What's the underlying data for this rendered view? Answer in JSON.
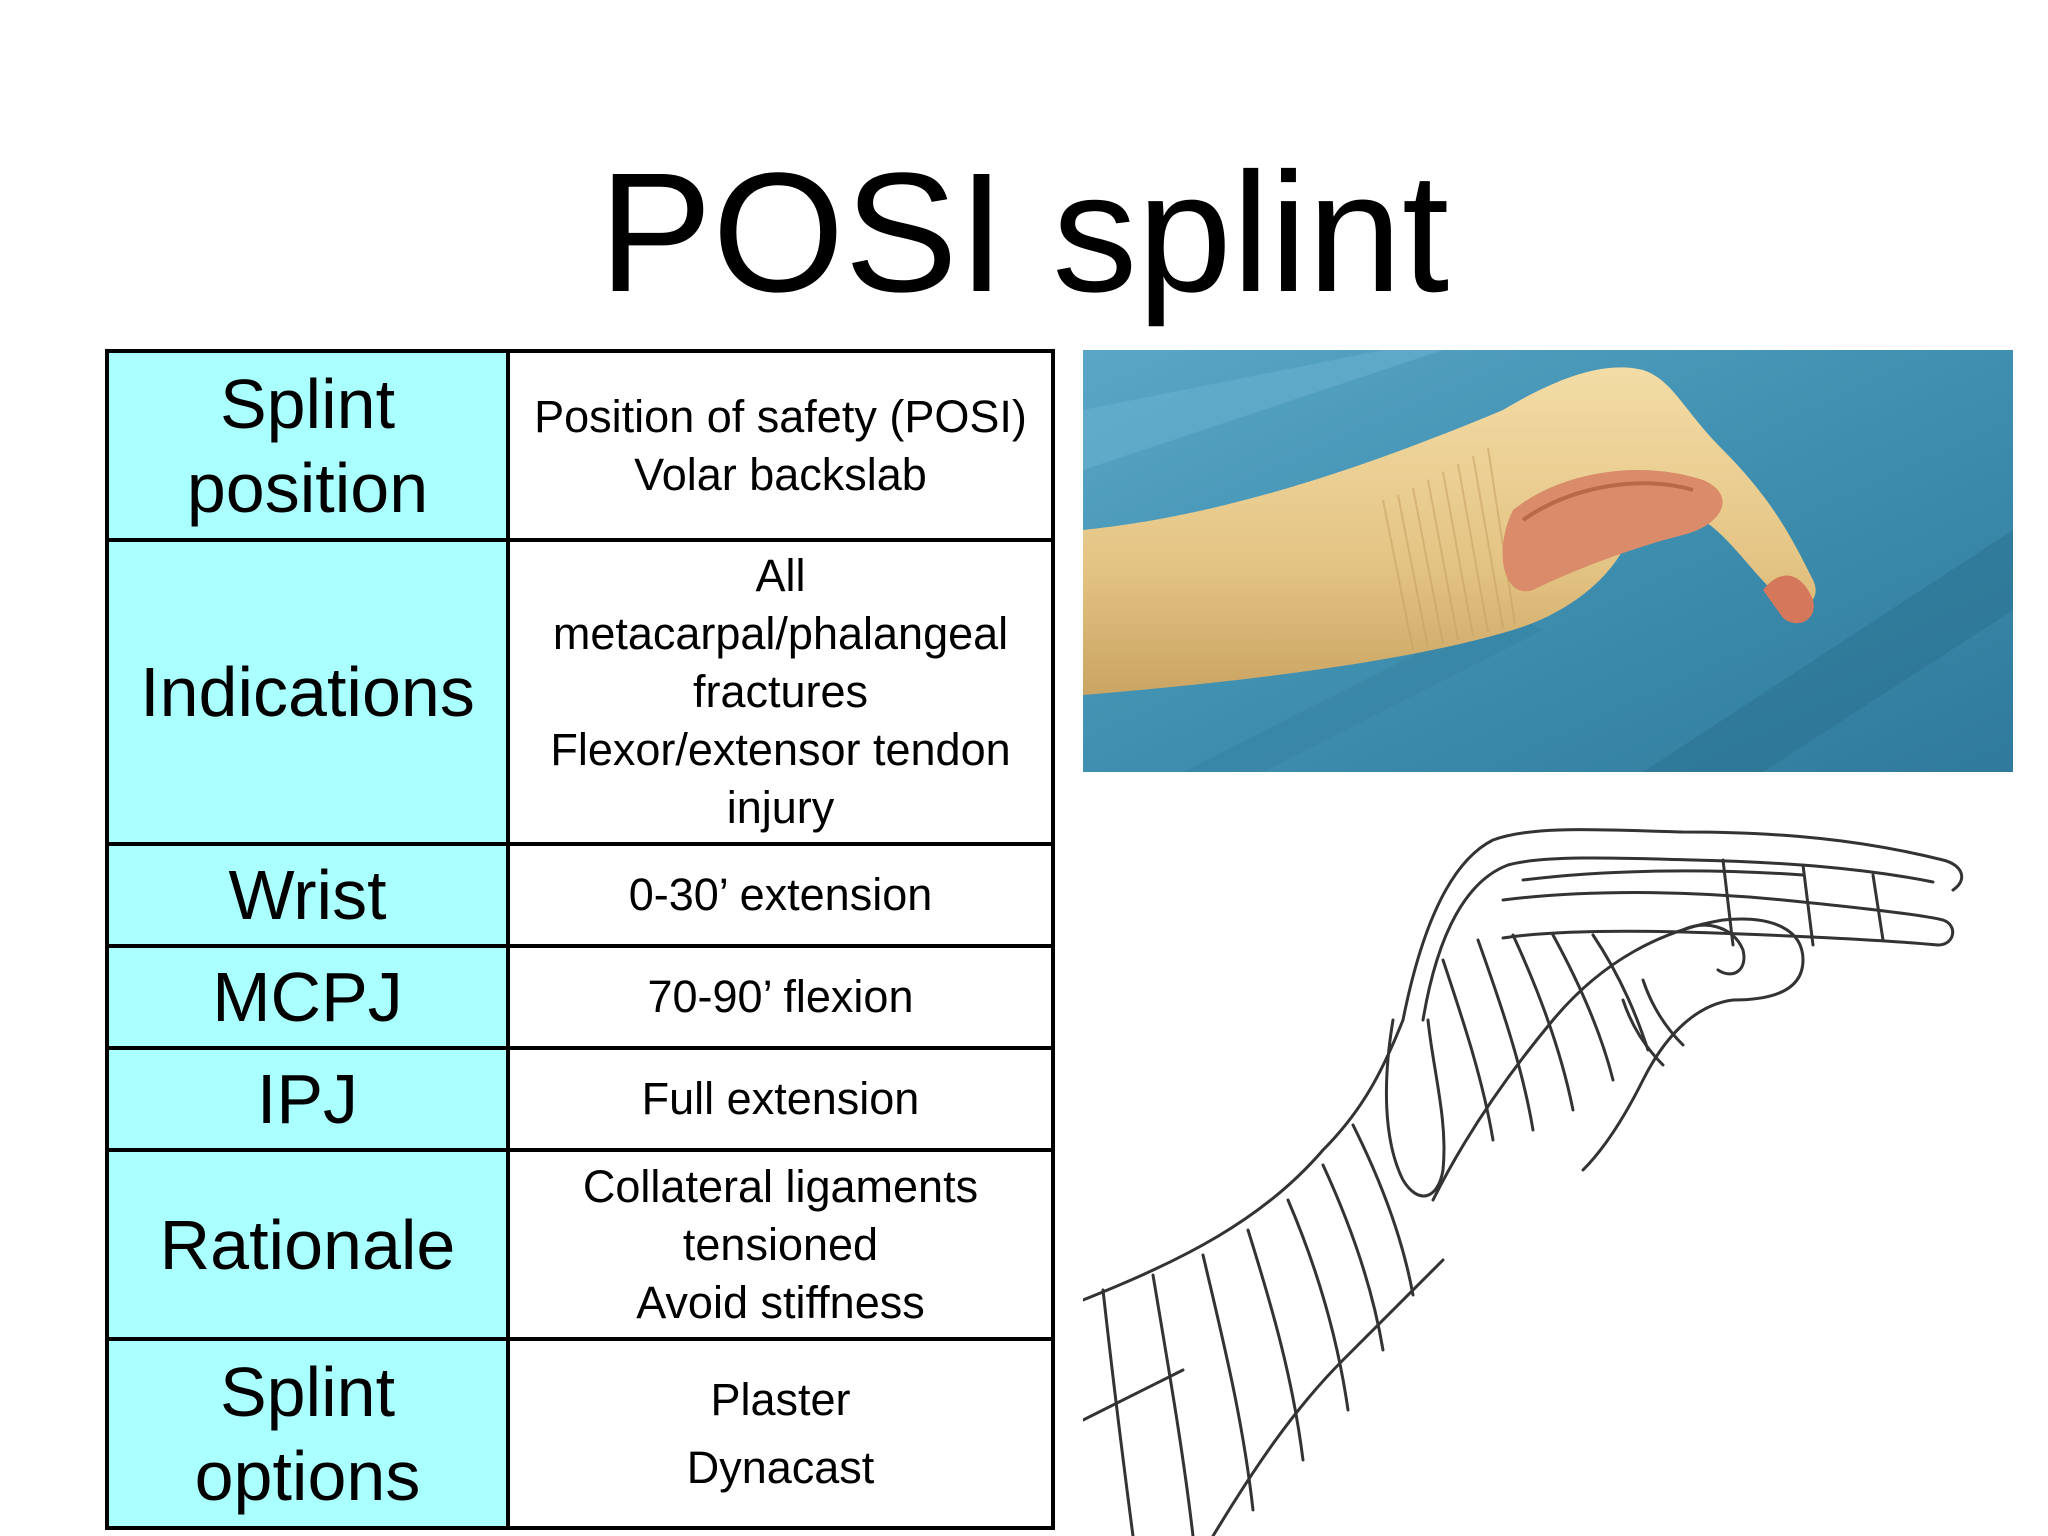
{
  "title": "POSI splint",
  "table": {
    "rows": [
      {
        "label": [
          "Splint",
          "position"
        ],
        "value": [
          "Position of safety (POSI)",
          "Volar backslab"
        ]
      },
      {
        "label": [
          "Indications"
        ],
        "value": [
          "All",
          "metacarpal/phalangeal",
          "fractures",
          "Flexor/extensor tendon",
          "injury"
        ]
      },
      {
        "label": [
          "Wrist"
        ],
        "value": [
          "0-30’ extension"
        ]
      },
      {
        "label": [
          "MCPJ"
        ],
        "value": [
          "70-90’ flexion"
        ]
      },
      {
        "label": [
          "IPJ"
        ],
        "value": [
          "Full extension"
        ]
      },
      {
        "label": [
          "Rationale"
        ],
        "value": [
          "Collateral ligaments",
          "tensioned",
          "Avoid stiffness"
        ]
      },
      {
        "label": [
          "Splint",
          "options"
        ],
        "value": [
          "Plaster",
          "Dynacast"
        ]
      }
    ]
  },
  "colors": {
    "label_cell_bg": "#aaffff",
    "photo_drape": "#3f8fb0",
    "splint_tan": "#e8c98a"
  }
}
